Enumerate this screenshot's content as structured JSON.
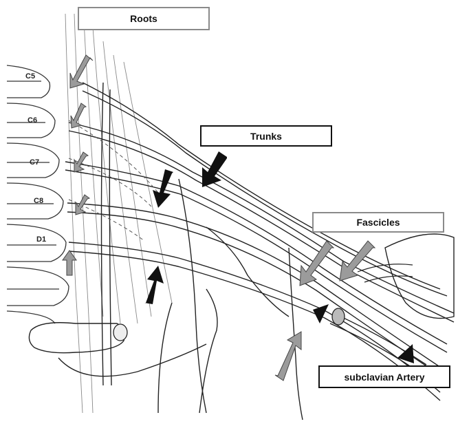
{
  "labels": {
    "roots": "Roots",
    "trunks": "Trunks",
    "fascicles": "Fascicles",
    "artery": "subclavian Artery"
  },
  "levels": [
    "C5",
    "C6",
    "C7",
    "C8",
    "D1"
  ],
  "colors": {
    "gray_box_border": "#8a8a8a",
    "black_box_border": "#111111",
    "gray_arrow": "#9b9b9b",
    "black_arrow": "#111111",
    "line": "#333333"
  }
}
